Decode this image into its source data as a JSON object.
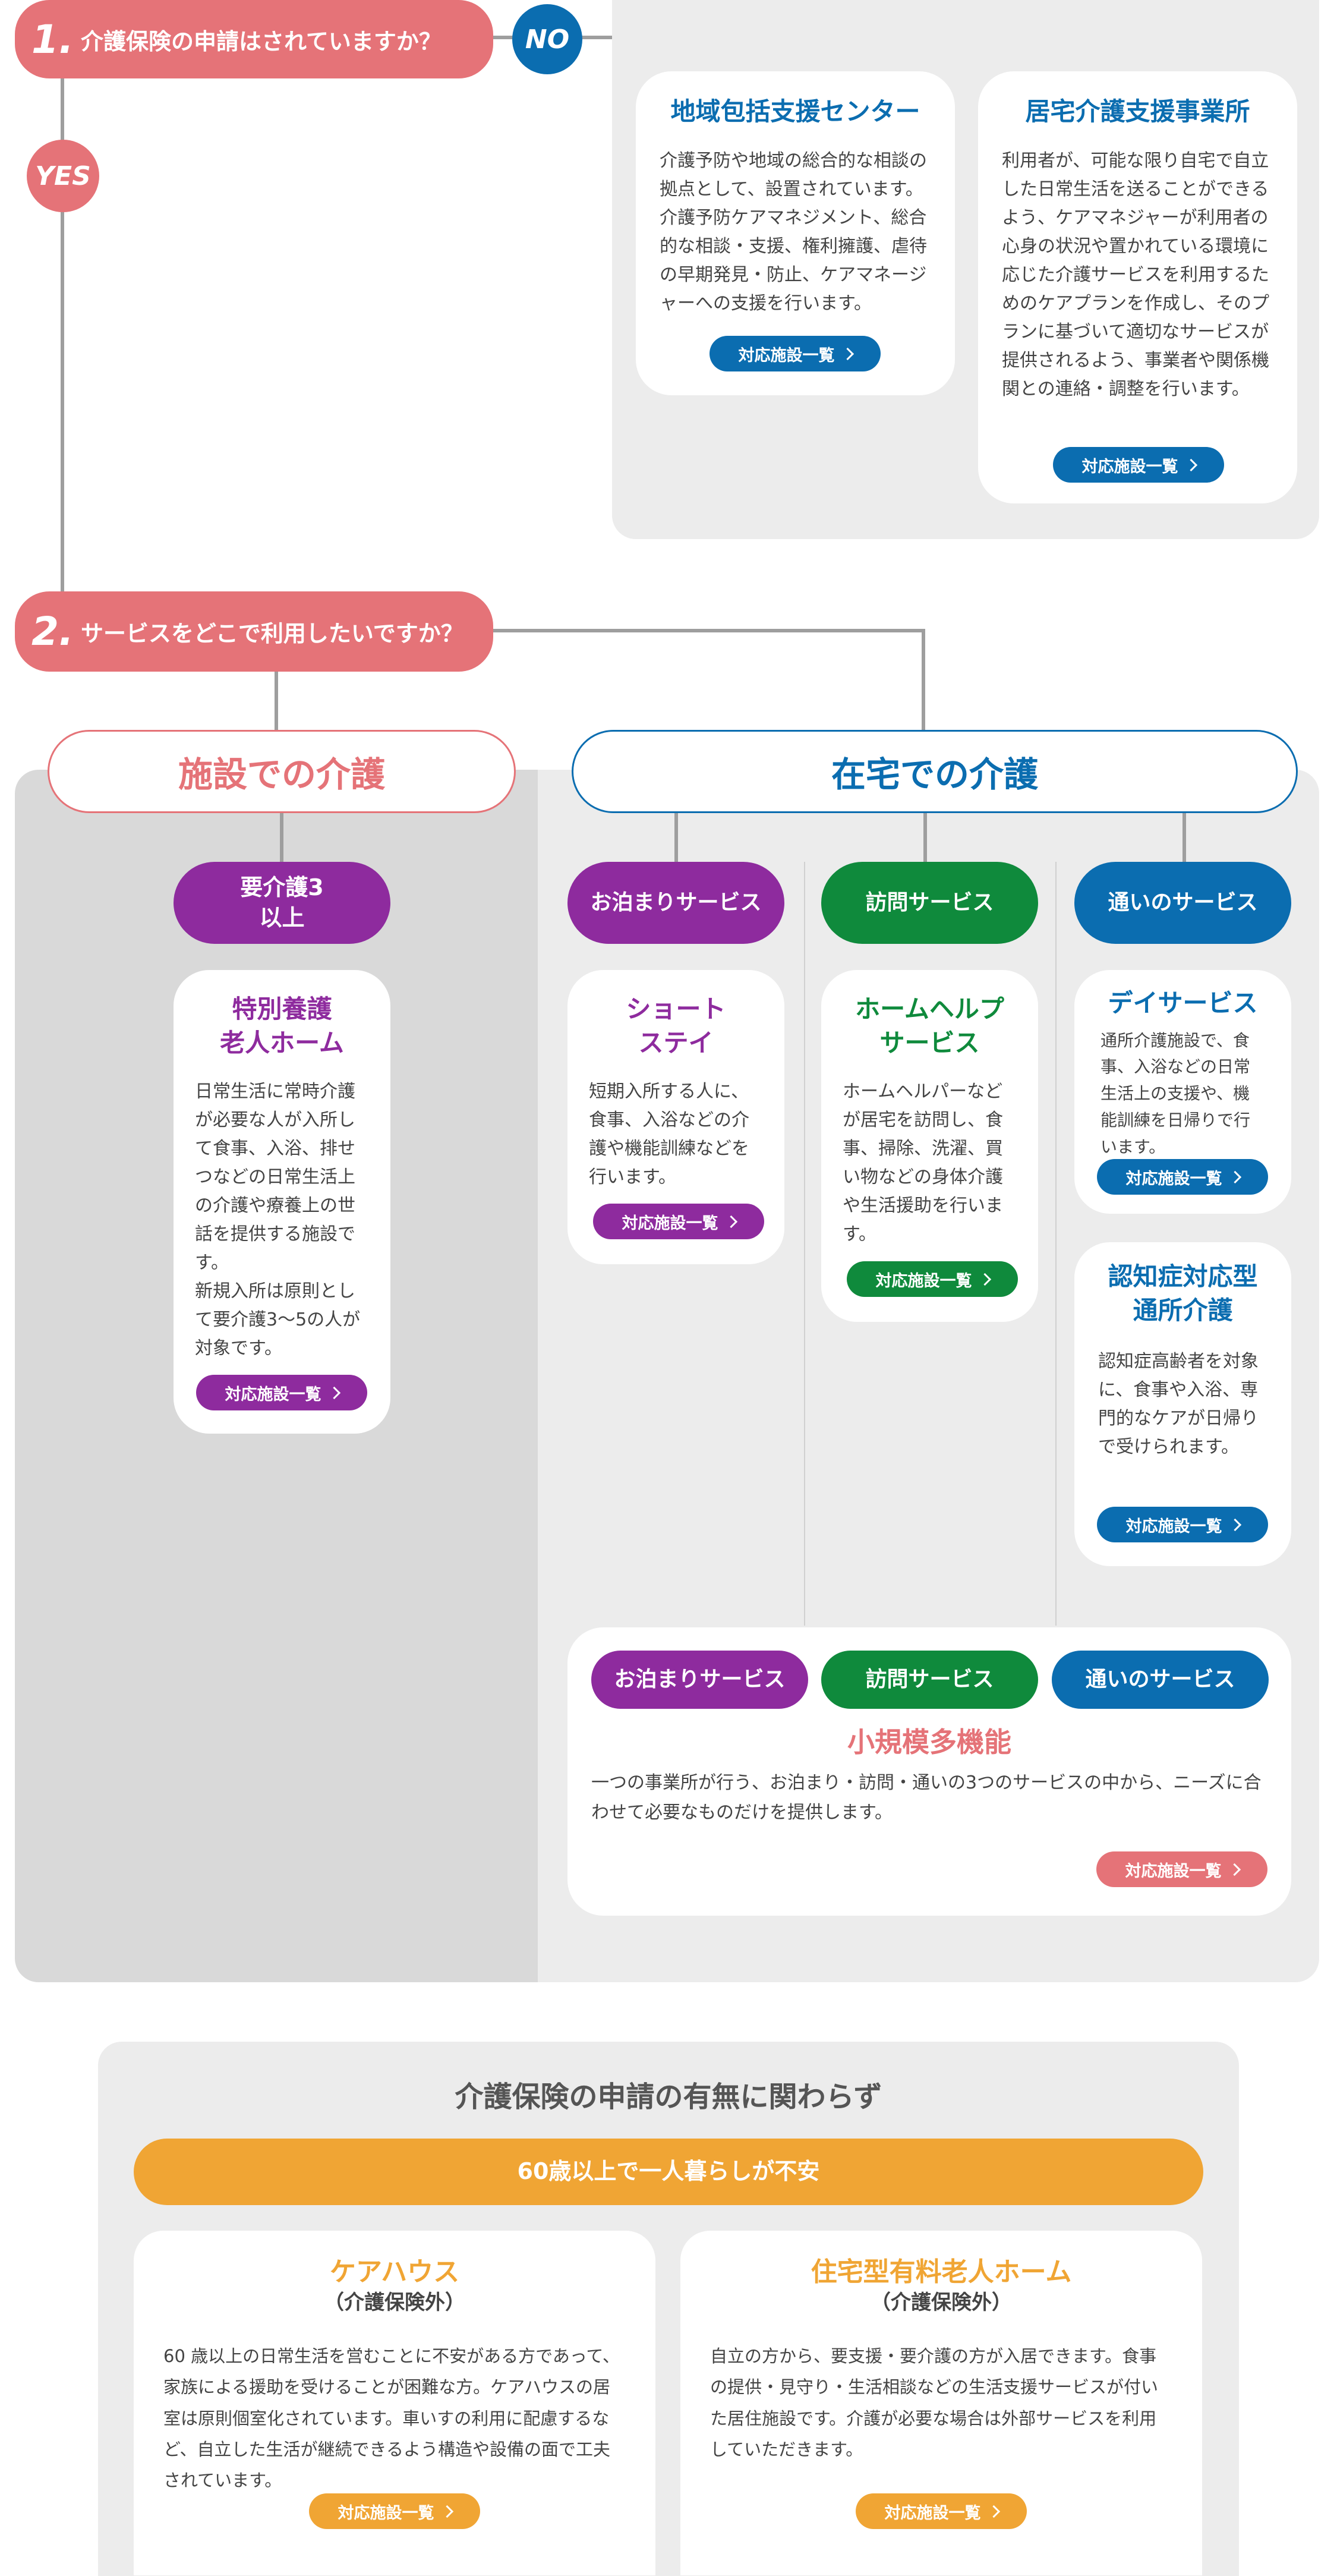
{
  "q1": {
    "num": "1.",
    "text": "介護保険の申請はされていますか？",
    "no": "NO",
    "yes": "YES"
  },
  "support": {
    "center": {
      "title": "地域包括支援センター",
      "body": "介護予防や地域の総合的な相談の拠点として、設置されています。介護予防ケアマネジメント、総合的な相談・支援、権利擁護、虐待の早期発見・防止、ケアマネージャーへの支援を行います。",
      "button": "対応施設一覧"
    },
    "office": {
      "title": "居宅介護支援事業所",
      "body": "利用者が、可能な限り自宅で自立した日常生活を送ることができるよう、ケアマネジャーが利用者の心身の状況や置かれている環境に応じた介護サービスを利用するためのケアプランを作成し、そのプランに基づいて適切なサービスが提供されるよう、事業者や関係機関との連絡・調整を行います。",
      "button": "対応施設一覧"
    }
  },
  "q2": {
    "num": "2.",
    "text": "サービスをどこで利用したいですか？"
  },
  "facility": {
    "title": "施設での介護",
    "category": "要介護3\n以上",
    "card_title": "特別養護\n老人ホーム",
    "card_body": "日常生活に常時介護が必要な人が入所して食事、入浴、排せつなどの日常生活上の介護や療養上の世話を提供する施設です。\n新規入所は原則として要介護3～5の人が対象です。",
    "button": "対応施設一覧"
  },
  "home": {
    "title": "在宅での介護",
    "stay": {
      "label": "お泊まりサービス",
      "card_title": "ショート\nステイ",
      "card_body": "短期入所する人に、食事、入浴などの介護や機能訓練などを行います。",
      "button": "対応施設一覧"
    },
    "visit": {
      "label": "訪問サービス",
      "card_title": "ホームヘルプ\nサービス",
      "card_body": "ホームヘルパーなどが居宅を訪問し、食事、掃除、洗濯、買い物などの身体介護や生活援助を行います。",
      "button": "対応施設一覧"
    },
    "day": {
      "label": "通いのサービス",
      "card_title": "デイサービス",
      "card_body": "通所介護施設で、食事、入浴などの日常生活上の支援や、機能訓練を日帰りで行います。",
      "button": "対応施設一覧",
      "card2_title": "認知症対応型\n通所介護",
      "card2_body": "認知症高齢者を対象に、食事や入浴、専門的なケアが日帰りで受けられます。",
      "button2": "対応施設一覧"
    },
    "multi": {
      "labels": [
        "お泊まりサービス",
        "訪問サービス",
        "通いのサービス"
      ],
      "title": "小規模多機能",
      "body": "一つの事業所が行う、お泊まり・訪問・通いの3つのサービスの中から、ニーズに合わせて必要なものだけを提供します。",
      "button": "対応施設一覧"
    }
  },
  "bottom": {
    "heading": "介護保険の申請の有無に関わらず",
    "bar": "60歳以上で一人暮らしが不安",
    "carehouse": {
      "title": "ケアハウス",
      "sub": "（介護保険外）",
      "body": "60 歳以上の日常生活を営むことに不安がある方であって、家族による援助を受けることが困難な方。ケアハウスの居室は原則個室化されています。車いすの利用に配慮するなど、自立した生活が継続できるよう構造や設備の面で工夫されています。",
      "button": "対応施設一覧"
    },
    "residential": {
      "title": "住宅型有料老人ホーム",
      "sub": "（介護保険外）",
      "body": "自立の方から、要支援・要介護の方が入居できます。食事の提供・見守り・生活相談などの生活支援サービスが付いた居住施設です。介護が必要な場合は外部サービスを利用していただきます。",
      "button": "対応施設一覧"
    }
  },
  "colors": {
    "pink": "#e57378",
    "blue": "#0b6db0",
    "purple": "#8e2b9e",
    "green": "#0f8a3c",
    "orange": "#f0a534",
    "gray_bg": "#ececec",
    "gray_dark": "#d9d9d9"
  }
}
